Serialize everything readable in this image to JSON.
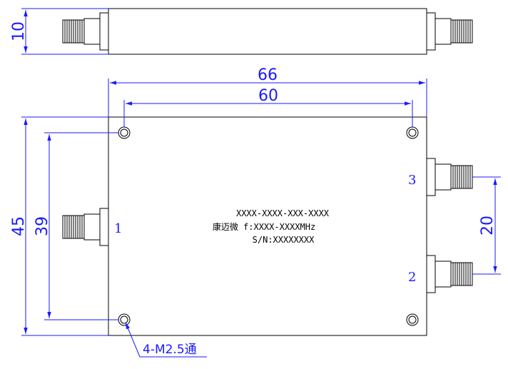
{
  "dimensions": {
    "side_height": "10",
    "overall_width": "66",
    "hole_spacing_x": "60",
    "overall_height": "45",
    "hole_spacing_y": "39",
    "port_spacing": "20"
  },
  "ports": {
    "port1": "1",
    "port2": "2",
    "port3": "3"
  },
  "label": {
    "model": "XXXX-XXXX-XXX-XXXX",
    "brand_freq": "康迈微 f:XXXX-XXXXMHz",
    "serial": "S/N:XXXXXXXX"
  },
  "hole_note": "4-M2.5通",
  "colors": {
    "dimension": "#1a1aff",
    "outline": "#000000"
  }
}
